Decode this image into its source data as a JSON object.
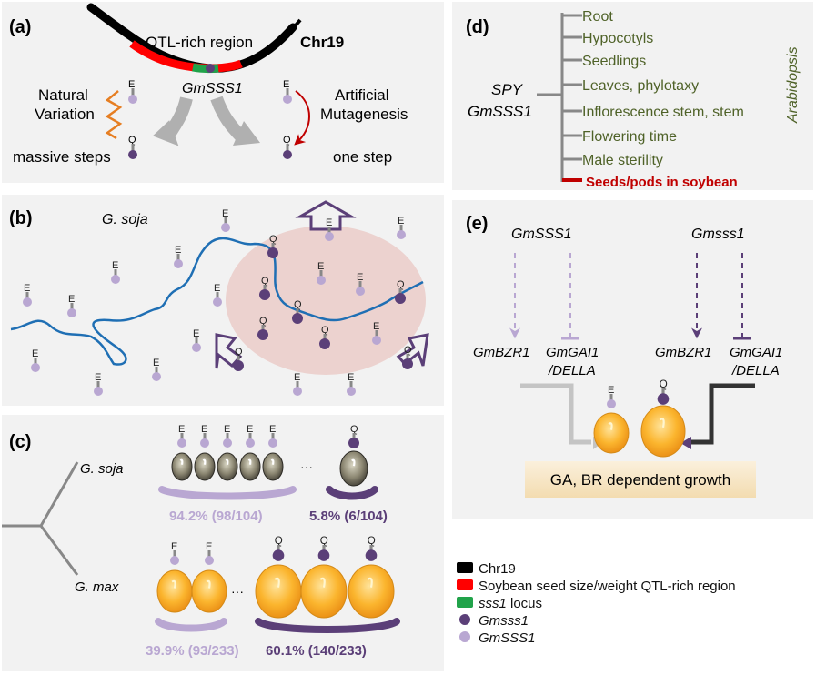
{
  "panel_a": {
    "tag": "(a)",
    "qtl_label": "QTL-rich region",
    "chr_label": "Chr19",
    "gene": "GmSSS1",
    "natural_1": "Natural",
    "natural_2": "Variation",
    "artificial_1": "Artificial",
    "artificial_2": "Mutagenesis",
    "massive": "massive steps",
    "onestep": "one step"
  },
  "panel_b": {
    "tag": "(b)",
    "species": "G. soja"
  },
  "panel_c": {
    "tag": "(c)",
    "soja": "G. soja",
    "max": "G. max",
    "soja_e_pct": "94.2% (98/104)",
    "soja_q_pct": "5.8% (6/104)",
    "max_e_pct": "39.9% (93/233)",
    "max_q_pct": "60.1% (140/233)",
    "ellipsis": "···"
  },
  "panel_d": {
    "tag": "(d)",
    "gene_1": "SPY",
    "gene_2": "GmSSS1",
    "organism": "Arabidopsis",
    "items": [
      "Root",
      "Hypocotyls",
      "Seedlings",
      "Leaves, phylotaxy",
      "Inflorescence stem, stem",
      "Flowering time",
      "Male sterility"
    ],
    "highlight": "Seeds/pods in soybean"
  },
  "panel_e": {
    "tag": "(e)",
    "gene_wt": "GmSSS1",
    "gene_mut": "Gmsss1",
    "bzr": "GmBZR1",
    "gai": "GmGAI1",
    "della": "/DELLA",
    "growth": "GA, BR dependent growth"
  },
  "legend": [
    {
      "text": "Chr19",
      "color": "#000000",
      "shape": "box",
      "italic": false
    },
    {
      "text": "Soybean seed size/weight QTL-rich region",
      "color": "#ff0000",
      "shape": "box",
      "italic": false
    },
    {
      "text": "sss1 locus",
      "color": "#21a34a",
      "shape": "box",
      "italic": false,
      "italic_prefix": "sss1"
    },
    {
      "text": "Gmsss1",
      "color": "#5b3f78",
      "shape": "dot",
      "italic": true
    },
    {
      "text": "GmSSS1",
      "color": "#b9a7d2",
      "shape": "dot",
      "italic": true
    }
  ],
  "allele_labels": {
    "wild": "E",
    "mutant": "Q"
  },
  "colors": {
    "panel_bg": "#f2f2f2",
    "dark_purple": "#5b3f78",
    "light_purple": "#b9a7d2",
    "green_text": "#4f6228",
    "red": "#c00000",
    "river": "#1f6fb4",
    "seed": "#f7a41d",
    "box_fill": "#f8e8c8"
  }
}
